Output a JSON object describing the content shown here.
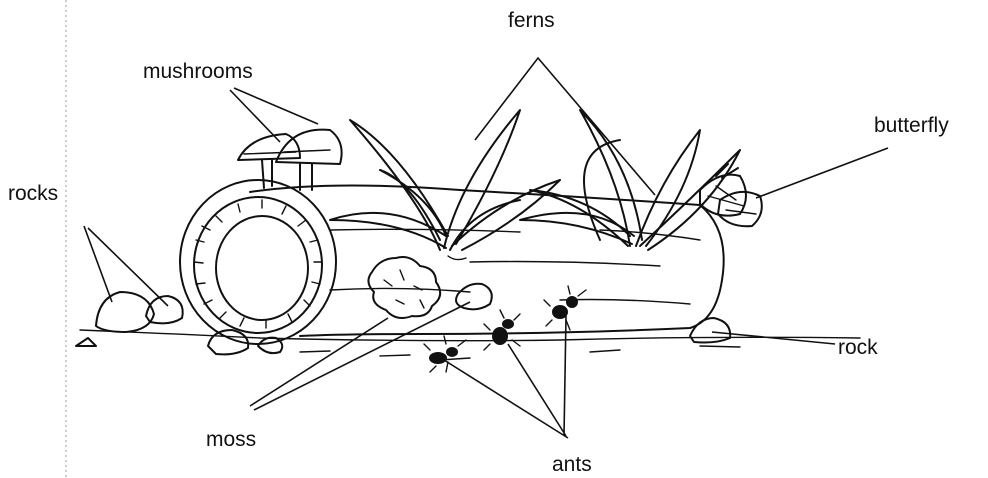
{
  "labels": {
    "ferns": "ferns",
    "mushrooms": "mushrooms",
    "butterfly": "butterfly",
    "rocks": "rocks",
    "rock": "rock",
    "moss": "moss",
    "ants": "ants"
  }
}
